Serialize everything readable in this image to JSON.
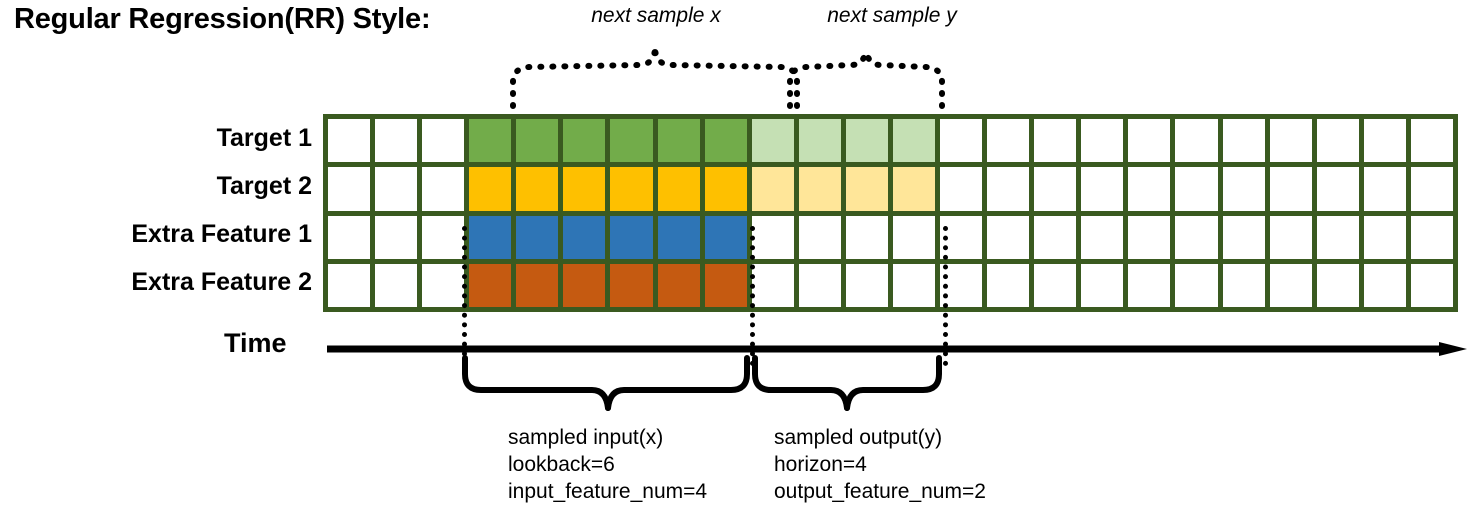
{
  "title": "Regular Regression(RR) Style:",
  "annotations": {
    "top": [
      {
        "name": "next-sample-x",
        "label": "next sample x"
      },
      {
        "name": "next-sample-y",
        "label": "next sample y"
      }
    ],
    "bottom": [
      {
        "name": "sampled-input",
        "lines": [
          "sampled input(x)",
          "lookback=6",
          "input_feature_num=4"
        ]
      },
      {
        "name": "sampled-output",
        "lines": [
          "sampled output(y)",
          "horizon=4",
          "output_feature_num=2"
        ]
      }
    ]
  },
  "axis": {
    "label": "Time"
  },
  "grid": {
    "columns": 24,
    "rows": [
      {
        "label": "Target 1",
        "color": "#72ac4a",
        "light_color": "#c5e0b4",
        "fill_start": 3,
        "fill_count": 6,
        "light_start": 9,
        "light_count": 4
      },
      {
        "label": "Target 2",
        "color": "#fec000",
        "light_color": "#ffe699",
        "fill_start": 3,
        "fill_count": 6,
        "light_start": 9,
        "light_count": 4
      },
      {
        "label": "Extra Feature 1",
        "color": "#2e75b6",
        "light_color": "#ffffff",
        "fill_start": 3,
        "fill_count": 6,
        "light_start": 9,
        "light_count": 0
      },
      {
        "label": "Extra Feature 2",
        "color": "#c55a11",
        "light_color": "#ffffff",
        "fill_start": 3,
        "fill_count": 6,
        "light_start": 9,
        "light_count": 0
      }
    ],
    "border_color": "#3a5a20",
    "empty_color": "#ffffff"
  }
}
